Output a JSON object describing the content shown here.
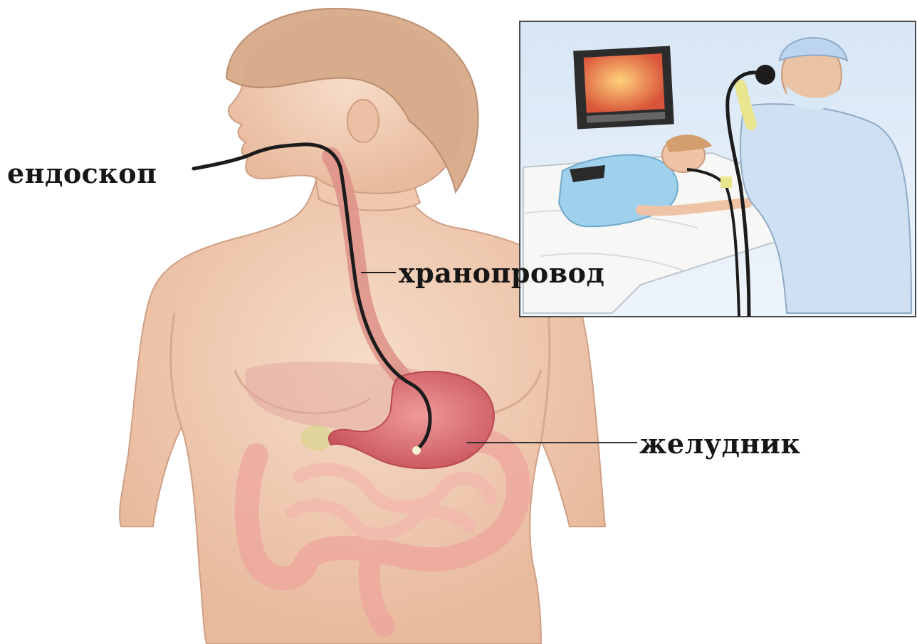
{
  "labels": {
    "endoscope": "ендоскоп",
    "esophagus": "хранопровод",
    "stomach": "желудник"
  },
  "colors": {
    "skin": "#f2d2bb",
    "skin_shadow": "#dcae92",
    "hair": "#d3a584",
    "esophagus": "#d98a80",
    "stomach": "#d96a6c",
    "intestines": "#f0a7a0",
    "liver": "#d9a69f",
    "endoscope_tube": "#1c1c1c",
    "inset_background": "#e4eef8",
    "gown": "#cfe0f2",
    "patient_gown": "#9fd0ec",
    "monitor_screen": "#f2a84a"
  }
}
